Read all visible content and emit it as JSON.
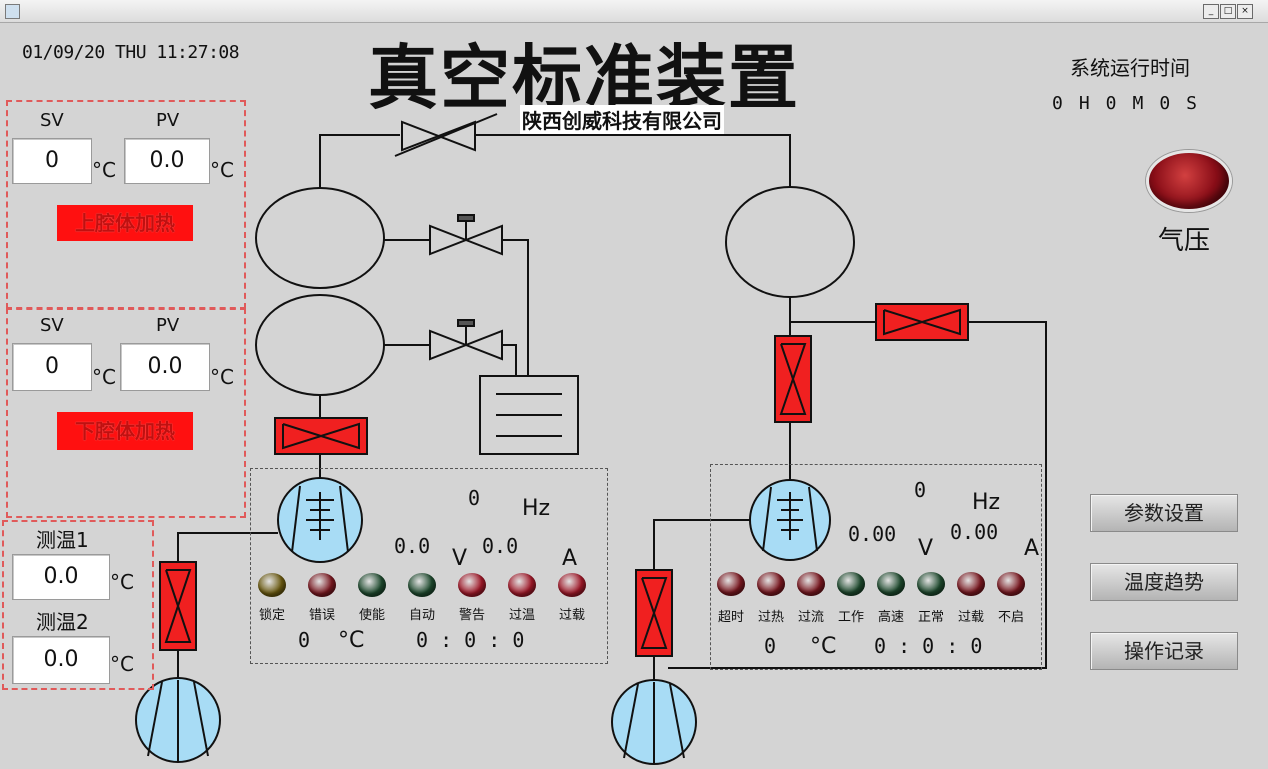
{
  "window": {
    "min": "_",
    "max": "□",
    "close": "×"
  },
  "header": {
    "datetime": "01/09/20 THU 11:27:08",
    "title": "真空标准装置",
    "company": "陕西创威科技有限公司",
    "runtime_label": "系统运行时间",
    "runtime_value": "0H0M0S",
    "pressure_label": "气压"
  },
  "upper": {
    "sv_label": "SV",
    "pv_label": "PV",
    "sv": "0",
    "pv": "0.0",
    "unit": "°C",
    "heat_button": "上腔体加热"
  },
  "lower": {
    "sv_label": "SV",
    "pv_label": "PV",
    "sv": "0",
    "pv": "0.0",
    "unit": "°C",
    "heat_button": "下腔体加热"
  },
  "temps": {
    "t1_label": "测温1",
    "t1": "0.0",
    "t2_label": "测温2",
    "t2": "0.0",
    "unit": "°C"
  },
  "pump1": {
    "freq": "0",
    "freq_unit": "Hz",
    "voltage": "0.0",
    "voltage_unit": "V",
    "current": "0.0",
    "current_unit": "A",
    "indicators": [
      {
        "label": "锁定",
        "color": "#6b5a10"
      },
      {
        "label": "错误",
        "color": "#7a1820"
      },
      {
        "label": "使能",
        "color": "#1e4a2e"
      },
      {
        "label": "自动",
        "color": "#1e4a2e"
      },
      {
        "label": "警告",
        "color": "#a01828"
      },
      {
        "label": "过温",
        "color": "#a01828"
      },
      {
        "label": "过载",
        "color": "#a01828"
      }
    ],
    "temp": "0",
    "temp_unit": "°C",
    "time": "0 : 0 : 0"
  },
  "pump2": {
    "freq": "0",
    "freq_unit": "Hz",
    "voltage": "0.00",
    "voltage_unit": "V",
    "current": "0.00",
    "current_unit": "A",
    "indicators": [
      {
        "label": "超时",
        "color": "#7a1820"
      },
      {
        "label": "过热",
        "color": "#7a1820"
      },
      {
        "label": "过流",
        "color": "#7a1820"
      },
      {
        "label": "工作",
        "color": "#1e4a2e"
      },
      {
        "label": "高速",
        "color": "#1e4a2e"
      },
      {
        "label": "正常",
        "color": "#1e4a2e"
      },
      {
        "label": "过载",
        "color": "#7a1820"
      },
      {
        "label": "不启",
        "color": "#7a1820"
      }
    ],
    "temp": "0",
    "temp_unit": "°C",
    "time": "0 : 0 : 0"
  },
  "buttons": {
    "params": "参数设置",
    "trend": "温度趋势",
    "log": "操作记录"
  }
}
